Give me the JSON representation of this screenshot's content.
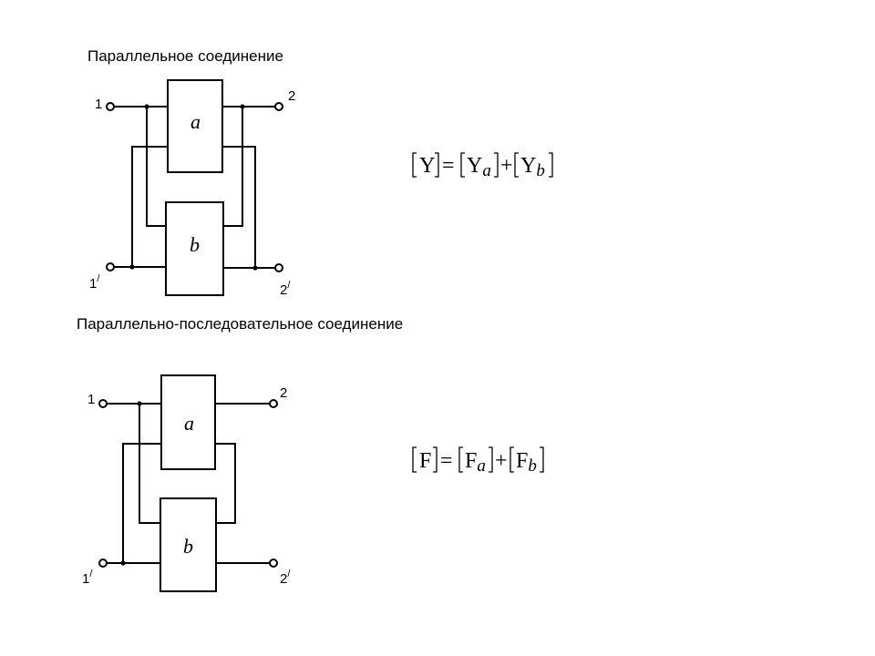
{
  "diagram1": {
    "title": "Параллельное соединение",
    "block_a": "a",
    "block_b": "b",
    "terminals": {
      "in_top": "1",
      "in_bottom": "1",
      "out_top": "2",
      "out_bottom": "2",
      "prime": "/"
    },
    "equation": {
      "lhs": "Y",
      "rhs_a": "Y",
      "sub_a": "a",
      "rhs_b": "Y",
      "sub_b": "b",
      "eq": "=",
      "plus": "+"
    }
  },
  "diagram2": {
    "title": "Параллельно-последовательное соединение",
    "block_a": "a",
    "block_b": "b",
    "terminals": {
      "in_top": "1",
      "in_bottom": "1",
      "out_top": "2",
      "out_bottom": "2",
      "prime": "/"
    },
    "equation": {
      "lhs": "F",
      "rhs_a": "F",
      "sub_a": "a",
      "rhs_b": "F",
      "sub_b": "b",
      "eq": "=",
      "plus": "+"
    }
  }
}
